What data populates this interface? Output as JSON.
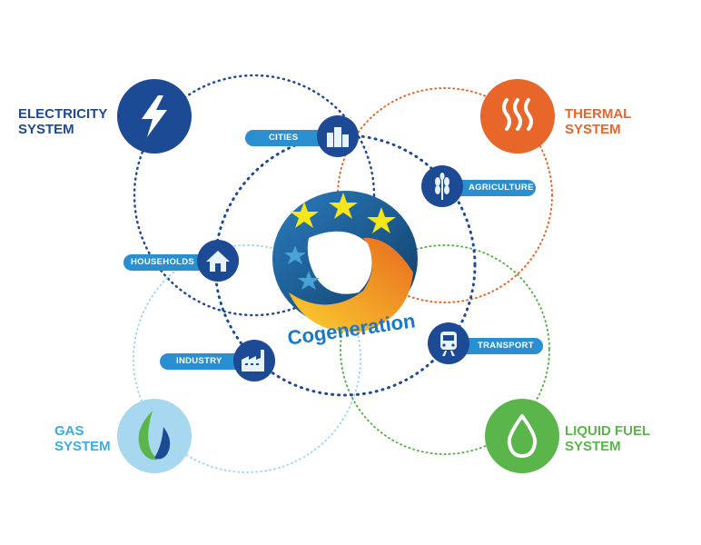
{
  "systems": {
    "electricity": {
      "line1": "ELECTRICITY",
      "line2": "SYSTEM",
      "color": "#1d4a94",
      "icon": "lightning-icon"
    },
    "thermal": {
      "line1": "THERMAL",
      "line2": "SYSTEM",
      "color": "#e8662a",
      "icon": "heat-waves-icon"
    },
    "gas": {
      "line1": "GAS",
      "line2": "SYSTEM",
      "color": "#3aaee0",
      "icon": "flame-icon"
    },
    "liquid": {
      "line1": "LIQUID FUEL",
      "line2": "SYSTEM",
      "color": "#5ab54a",
      "icon": "droplet-icon"
    }
  },
  "sectors": {
    "cities": "CITIES",
    "agriculture": "AGRICULTURE",
    "households": "HOUSEHOLDS",
    "transport": "TRANSPORT",
    "industry": "INDUSTRY"
  },
  "center": {
    "brand": "Cogeneration"
  }
}
